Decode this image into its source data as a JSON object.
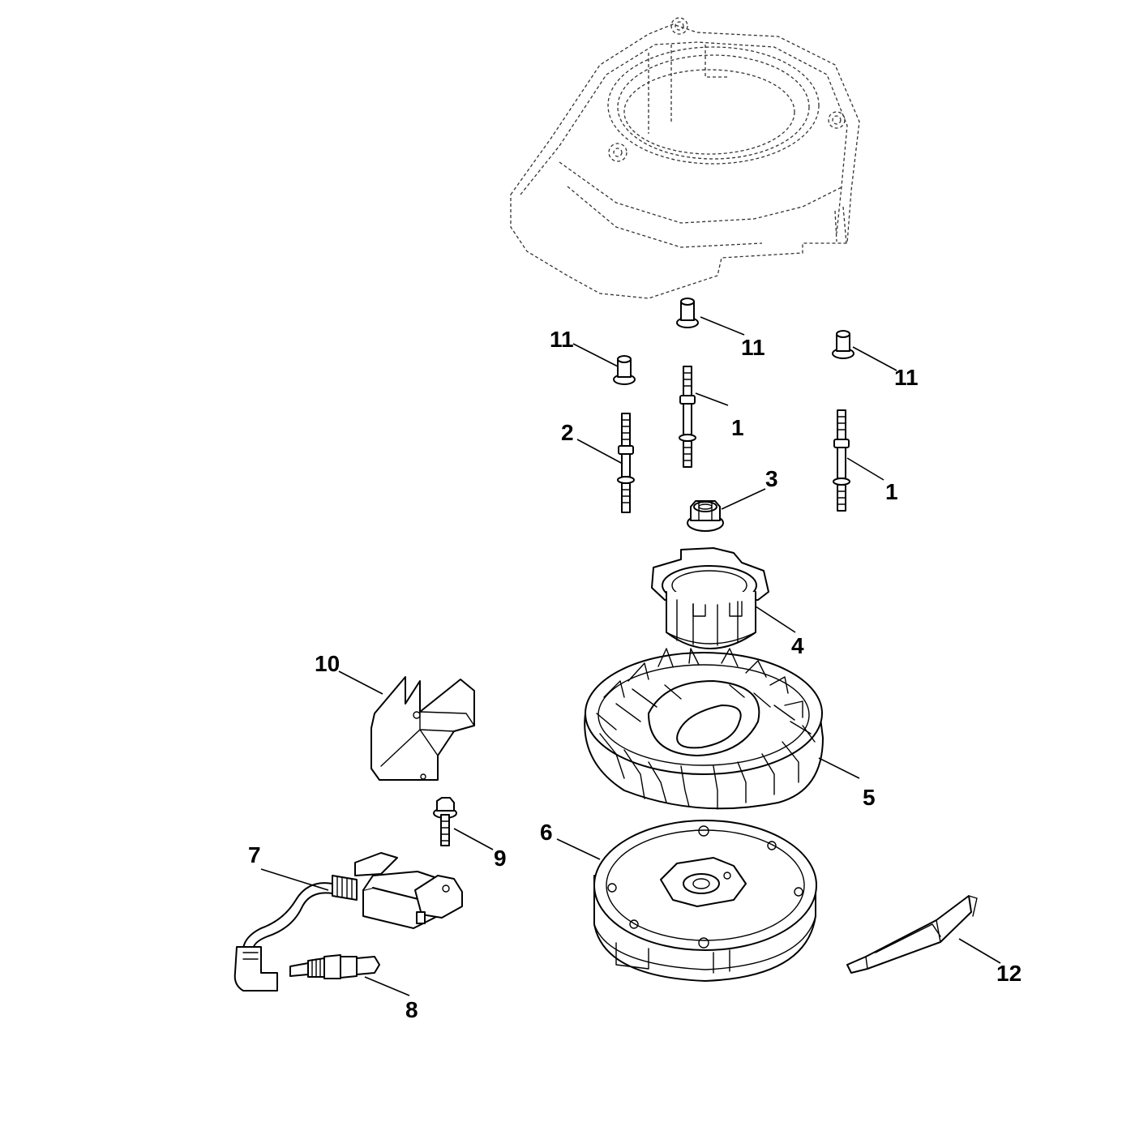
{
  "diagram": {
    "callouts": [
      "1",
      "1",
      "2",
      "3",
      "4",
      "5",
      "6",
      "7",
      "8",
      "9",
      "10",
      "11",
      "11",
      "11",
      "12"
    ]
  }
}
